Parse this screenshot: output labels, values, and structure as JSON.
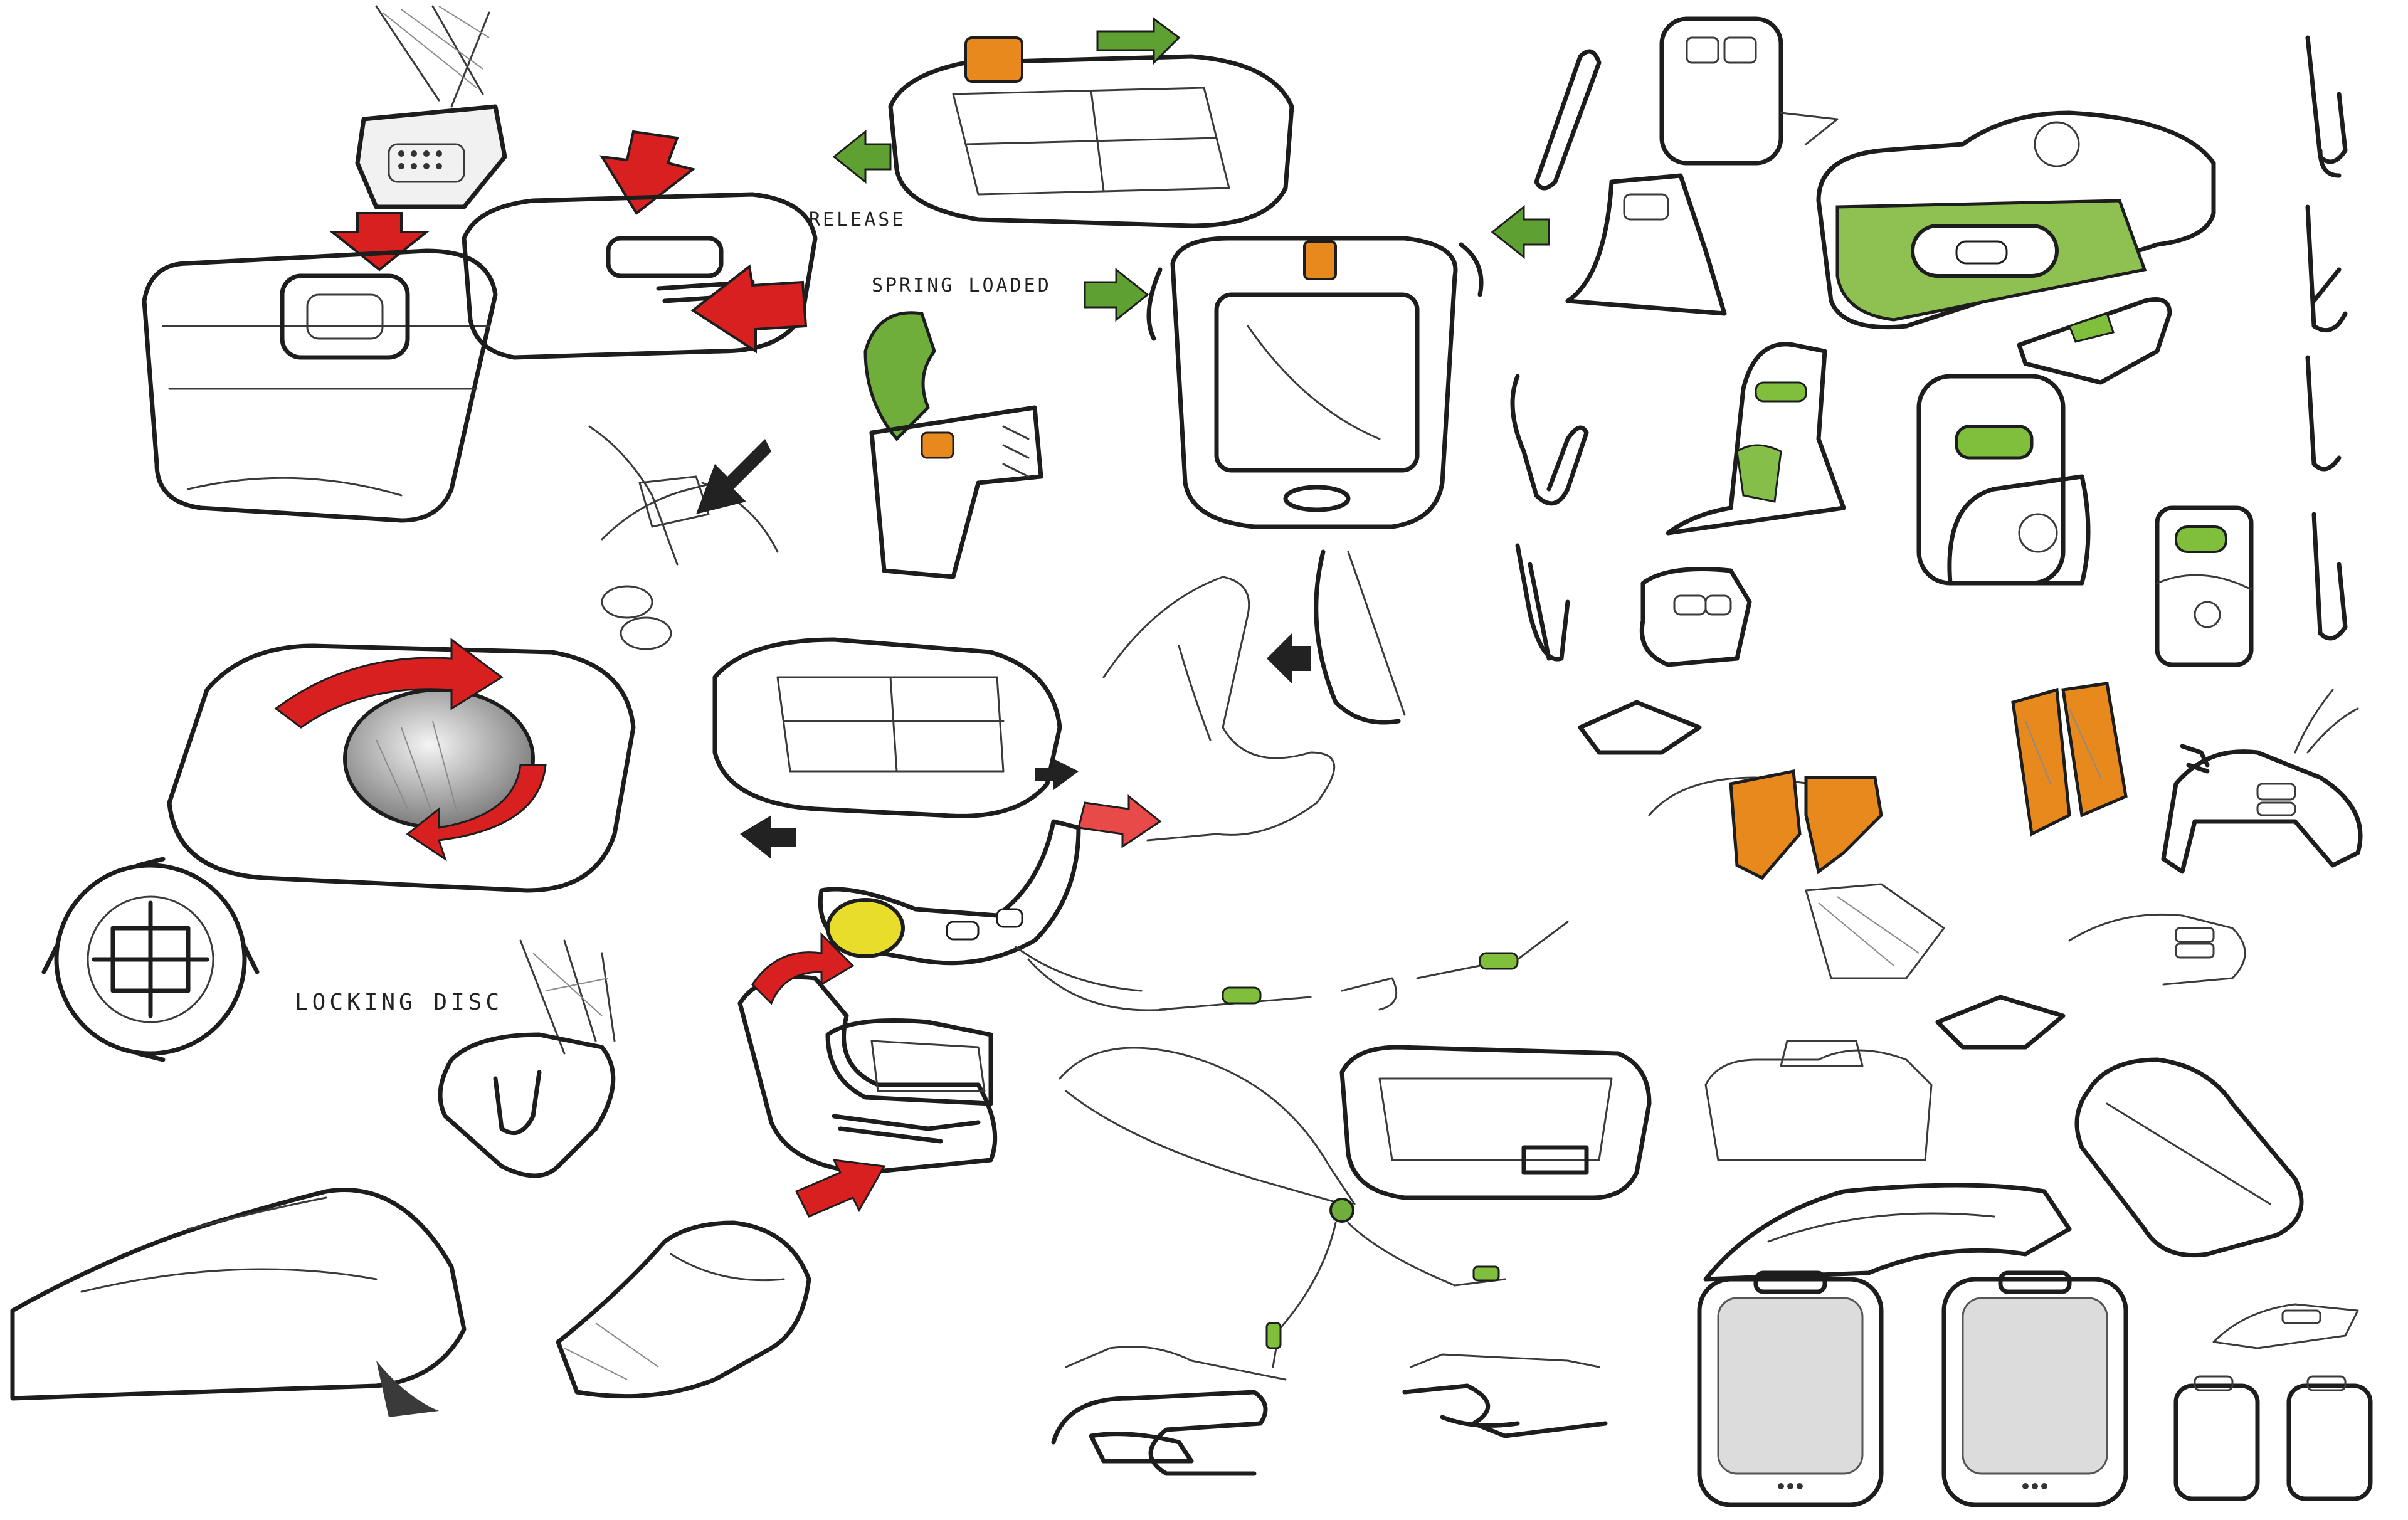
{
  "annotations": {
    "release": "RELEASE",
    "spring_loaded": "SPRING LOADED",
    "locking_disc": "LOCKING DISC"
  },
  "colors": {
    "red_arrow": "#d92020",
    "green_arrow": "#5fa032",
    "orange_accent": "#e8891e",
    "green_accent": "#7fbf3c",
    "yellow_lens": "#e8dd2a",
    "ink": "#1d1d1d",
    "grey_shade": "#bdbdbd"
  },
  "icons": {
    "arrow_red": "red-push-arrow",
    "arrow_green": "green-slide-arrow",
    "arrow_black": "black-direction-arrow",
    "rotate": "rotation-arrow"
  }
}
